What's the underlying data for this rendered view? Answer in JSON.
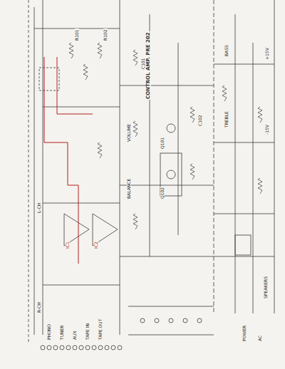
{
  "diagram": {
    "title": "CONTROL AMP. PRE 202",
    "labels": [
      "IC1",
      "IC2",
      "Q101",
      "Q102",
      "R101",
      "R102",
      "C101",
      "C102",
      "PHONO",
      "TUNER",
      "AUX",
      "TAPE IN",
      "TAPE OUT",
      "VOLUME",
      "BALANCE",
      "BASS",
      "TREBLE",
      "SPEAKERS",
      "AC",
      "POWER",
      "L-CH",
      "R-CH",
      "+15V",
      "-15V"
    ]
  }
}
